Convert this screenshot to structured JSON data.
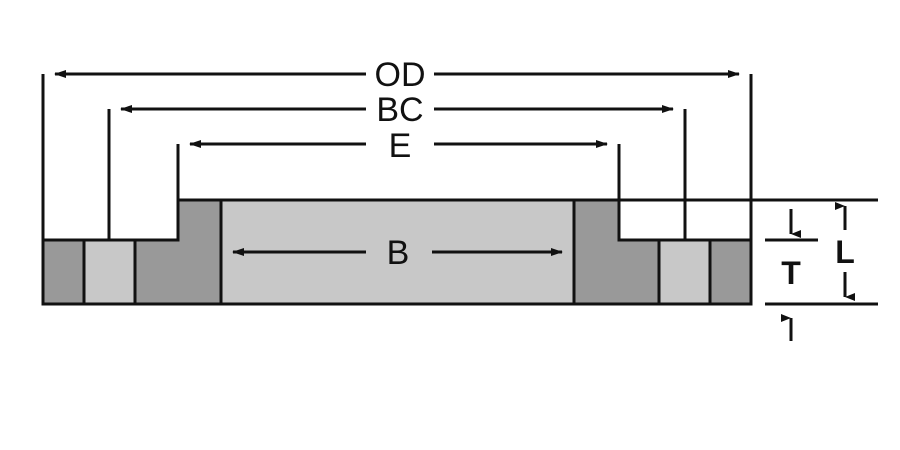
{
  "labels": {
    "od": "OD",
    "bc": "BC",
    "e": "E",
    "b": "B",
    "t": "T",
    "l": "L"
  },
  "colors": {
    "outline": "#111111",
    "flange_body": "#999999",
    "bolt_hole": "#c8c8c8",
    "bore": "#c8c8c8",
    "background": "#ffffff"
  }
}
